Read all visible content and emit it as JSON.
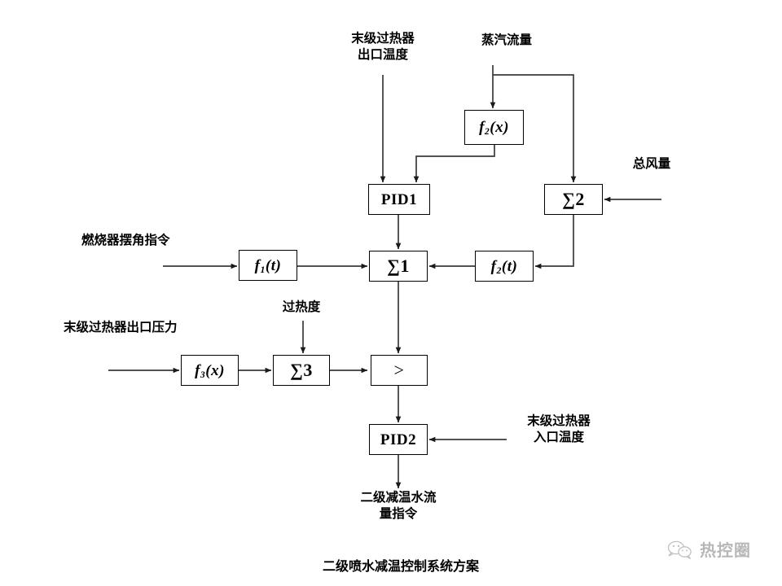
{
  "diagram": {
    "caption": "二级喷水减温控制系统方案",
    "type": "control-block-diagram",
    "blocks": [
      {
        "id": "f2x",
        "label": "f2(x)",
        "base": "f",
        "sub": "2",
        "arg": "(x)",
        "kind": "function"
      },
      {
        "id": "pid1",
        "label": "PID1",
        "kind": "controller"
      },
      {
        "id": "sum2",
        "label": "∑2",
        "kind": "summer"
      },
      {
        "id": "f1t",
        "label": "f1(t)",
        "base": "f",
        "sub": "1",
        "arg": "(t)",
        "kind": "function"
      },
      {
        "id": "sum1",
        "label": "∑1",
        "kind": "summer"
      },
      {
        "id": "f2t",
        "label": "f2(t)",
        "base": "f",
        "sub": "2",
        "arg": "(t)",
        "kind": "function"
      },
      {
        "id": "f3x",
        "label": "f3(x)",
        "base": "f",
        "sub": "3",
        "arg": "(x)",
        "kind": "function"
      },
      {
        "id": "sum3",
        "label": "∑3",
        "kind": "summer"
      },
      {
        "id": "cmp",
        "label": ">",
        "kind": "comparator"
      },
      {
        "id": "pid2",
        "label": "PID2",
        "kind": "controller"
      }
    ],
    "signals": {
      "superheater_outlet_temp": "末级过热器\n出口温度",
      "steam_flow": "蒸汽流量",
      "total_air_flow": "总风量",
      "burner_tilt_command": "燃烧器摆角指令",
      "superheat_degree": "过热度",
      "superheater_outlet_pressure": "末级过热器出口压力",
      "superheater_inlet_temp": "末级过热器\n入口温度",
      "output_command": "二级减温水流\n量指令"
    },
    "colors": {
      "line": "#3a3a3a",
      "box_border": "#000000",
      "background": "#ffffff",
      "watermark": "#555555"
    }
  },
  "watermark": {
    "text": "热控圈",
    "icon": "wechat-icon"
  }
}
